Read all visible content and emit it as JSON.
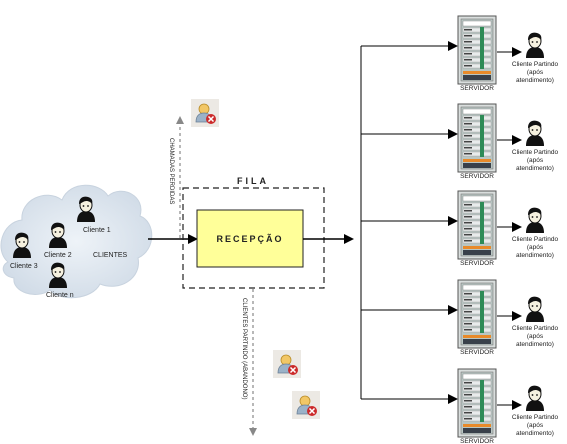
{
  "clients": {
    "c1": "Cliente 1",
    "c2": "Cliente 2",
    "c3": "Cliente 3",
    "cn": "Cliente n",
    "group": "CLIENTES"
  },
  "queue": {
    "label": "FILA",
    "reception": "RECEPÇÃO"
  },
  "side_labels": {
    "lost_calls": "CHAMADAS PERDIDAS",
    "abandon": "CLIENTES PARTINDO (ABANDONO)"
  },
  "servers": [
    {
      "label": "SERVIDOR",
      "client_line1": "Cliente Partindo",
      "client_line2": "(após",
      "client_line3": "atendimento)"
    },
    {
      "label": "SERVIDOR",
      "client_line1": "Cliente Partindo",
      "client_line2": "(após",
      "client_line3": "atendimento)"
    },
    {
      "label": "SERVIDOR",
      "client_line1": "Cliente Partindo",
      "client_line2": "(após",
      "client_line3": "atendimento)"
    },
    {
      "label": "SERVIDOR",
      "client_line1": "Cliente Partindo",
      "client_line2": "(após",
      "client_line3": "atendimento)"
    },
    {
      "label": "SERVIDOR",
      "client_line1": "Cliente Partindo",
      "client_line2": "(após",
      "client_line3": "atendimento)"
    }
  ],
  "colors": {
    "reception_fill": "#ffff99",
    "cloud": "#dde6f0",
    "server_body": "#b9c6c3",
    "server_accent": "#2e8b57",
    "server_stripe": "#e88a2a"
  }
}
